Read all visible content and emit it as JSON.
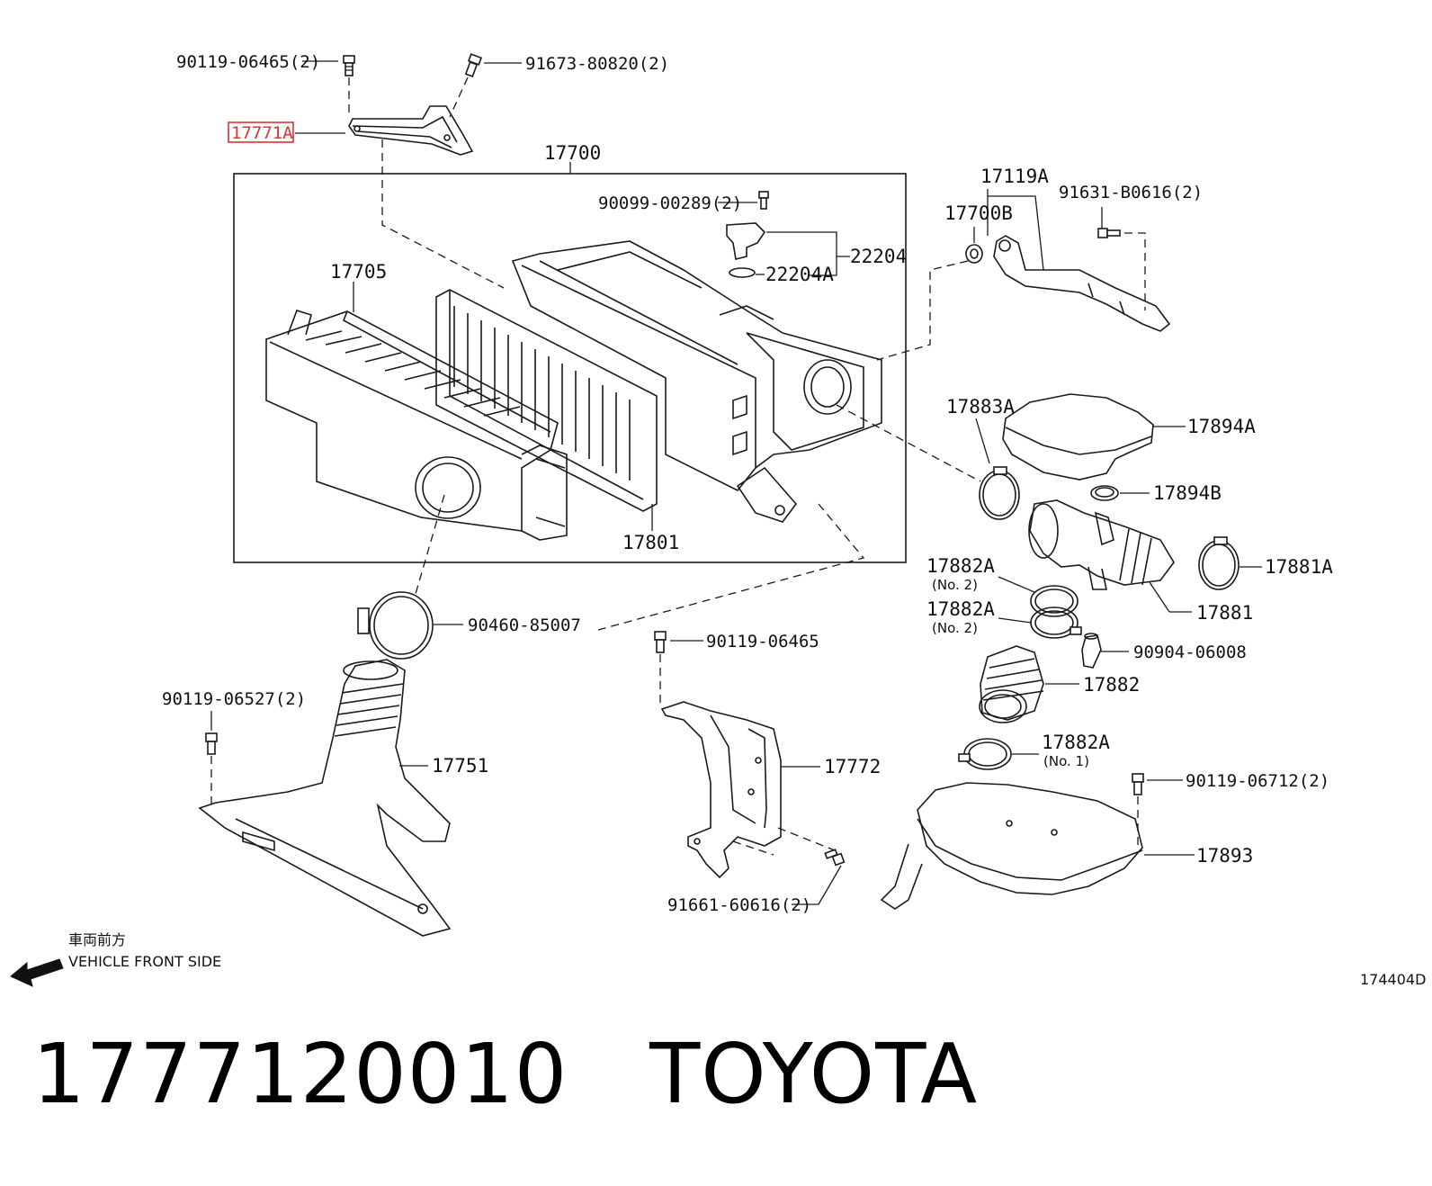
{
  "labels": {
    "p90119_06465_2": "90119-06465(2)",
    "p91673_80820_2": "91673-80820(2)",
    "p17771A": "17771A",
    "p17700": "17700",
    "p90099_00289_2": "90099-00289(2)",
    "p22204": "22204",
    "p22204A": "22204A",
    "p17705": "17705",
    "p17801": "17801",
    "p17119A": "17119A",
    "p91631_B0616_2": "91631-B0616(2)",
    "p17700B": "17700B",
    "p17883A": "17883A",
    "p17894A": "17894A",
    "p17894B": "17894B",
    "p17881A": "17881A",
    "p17881": "17881",
    "p17882A_no2_a": "17882A",
    "p17882A_no2_b": "17882A",
    "no2_a": "(No. 2)",
    "no2_b": "(No. 2)",
    "p90904_06008": "90904-06008",
    "p17882": "17882",
    "p17882A_no1": "17882A",
    "no1": "(No. 1)",
    "p90119_06712_2": "90119-06712(2)",
    "p17893": "17893",
    "p90460_85007": "90460-85007",
    "p90119_06465": "90119-06465",
    "p90119_06527_2": "90119-06527(2)",
    "p17751": "17751",
    "p17772": "17772",
    "p91661_60616_2": "91661-60616(2)"
  },
  "front_note_jp": "車両前方",
  "front_note_en": "VEHICLE FRONT SIDE",
  "figure_id": "174404D",
  "caption": "1777120010   TOYOTA",
  "highlight_color": "#e03030"
}
